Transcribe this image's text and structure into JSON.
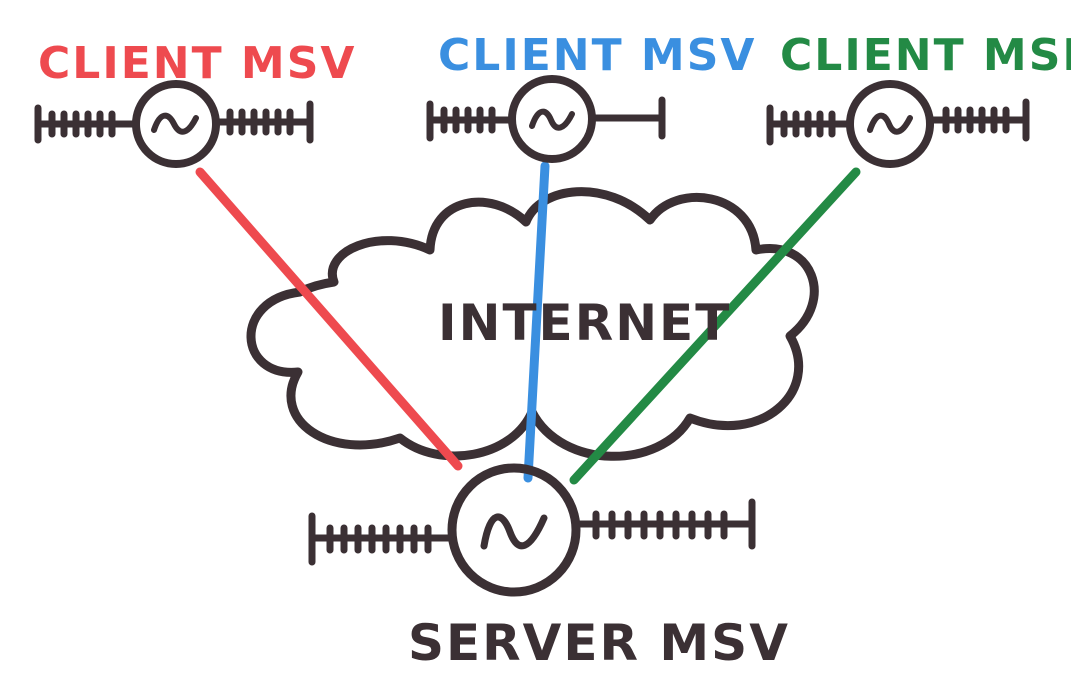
{
  "labels": {
    "client_left": "CLIENT MSV",
    "client_middle": "CLIENT MSV",
    "client_right": "CLIENT MSN",
    "internet": "INTERNET",
    "server": "SERVER MSV"
  },
  "colors": {
    "ink": "#3b3034",
    "red": "#ee4a4f",
    "blue": "#3a8fe0",
    "green": "#238a45",
    "background": "#ffffff"
  },
  "icons": {
    "node_symbol": "tilde-icon"
  }
}
